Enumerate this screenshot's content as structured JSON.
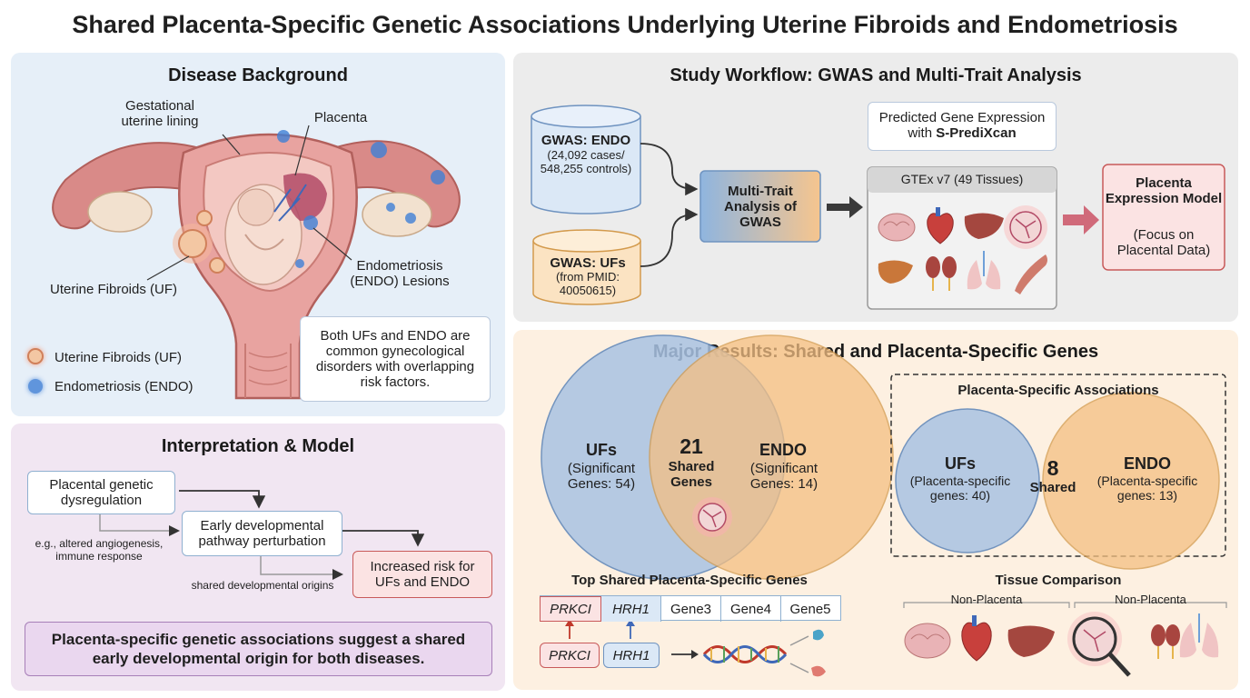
{
  "title": "Shared Placenta-Specific Genetic Associations Underlying Uterine Fibroids and Endometriosis",
  "background": {
    "title": "Disease Background",
    "labels": {
      "lining": "Gestational uterine lining",
      "placenta": "Placenta",
      "uf": "Uterine Fibroids (UF)",
      "endo": "Endometriosis (ENDO) Lesions"
    },
    "legend": {
      "uf": "Uterine Fibroids (UF)",
      "endo": "Endometriosis (ENDO)"
    },
    "note": "Both UFs and ENDO are common gynecological disorders with overlapping risk factors.",
    "colors": {
      "panel": "#e6eff8",
      "fibroid": "#f0a070",
      "lesion": "#3f7fd6"
    }
  },
  "interpretation": {
    "title": "Interpretation & Model",
    "step1": "Placental genetic dysregulation",
    "step2": "Early developmental pathway perturbation",
    "step3": "Increased risk for UFs and ENDO",
    "note1": "e.g., altered angiogenesis, immune response",
    "note2": "shared developmental origins",
    "conclusion": "Placenta-specific genetic associations suggest a shared early developmental origin for both diseases.",
    "colors": {
      "panel": "#f1e6f2",
      "conclusion": "#ead7ef"
    }
  },
  "workflow": {
    "title": "Study Workflow: GWAS and Multi-Trait Analysis",
    "gwas_endo": {
      "name": "GWAS: ENDO",
      "detail": "(24,092 cases/ 548,255 controls)"
    },
    "gwas_uf": {
      "name": "GWAS: UFs",
      "detail": "(from PMID: 40050615)"
    },
    "mtag": "Multi-Trait Analysis of GWAS",
    "spredixcan_prefix": "Predicted Gene Expression with",
    "spredixcan_bold": "S-PrediXcan",
    "gtex": "GTEx v7 (49 Tissues)",
    "placenta_model": {
      "name": "Placenta Expression Model",
      "detail": "(Focus on Placental Data)"
    },
    "tissue_icons": [
      "brain-icon",
      "heart-icon",
      "liver-icon",
      "placenta-icon",
      "liver-icon",
      "kidney-icon",
      "lungs-icon",
      "muscle-icon"
    ],
    "colors": {
      "panel": "#ececec",
      "endo": "#dbe8f6",
      "uf": "#fbe3c2",
      "placenta": "#fbe3e3"
    }
  },
  "results": {
    "title": "Major Results: Shared and Placenta-Specific Genes",
    "venn1": {
      "left_name": "UFs",
      "left_detail": "(Significant Genes: 54)",
      "shared_count": "21",
      "shared_label": "Shared Genes",
      "right_name": "ENDO",
      "right_detail": "(Significant Genes: 14)"
    },
    "venn2": {
      "title": "Placenta-Specific Associations",
      "left_name": "UFs",
      "left_detail": "(Placenta-specific genes: 40)",
      "shared_count": "8",
      "shared_label": "Shared",
      "right_name": "ENDO",
      "right_detail": "(Placenta-specific genes: 13)"
    },
    "top_genes": {
      "title": "Top Shared Placenta-Specific Genes",
      "genes": [
        "PRKCI",
        "HRH1",
        "Gene3",
        "Gene4",
        "Gene5"
      ],
      "sources": [
        "PRKCI",
        "HRH1"
      ]
    },
    "tissue_comparison": {
      "title": "Tissue Comparison",
      "left_label": "Non-Placenta",
      "right_label": "Non-Placenta"
    },
    "colors": {
      "panel": "#fdf0e1",
      "uf": "#a9c3e3",
      "endo": "#f4bf82"
    }
  }
}
